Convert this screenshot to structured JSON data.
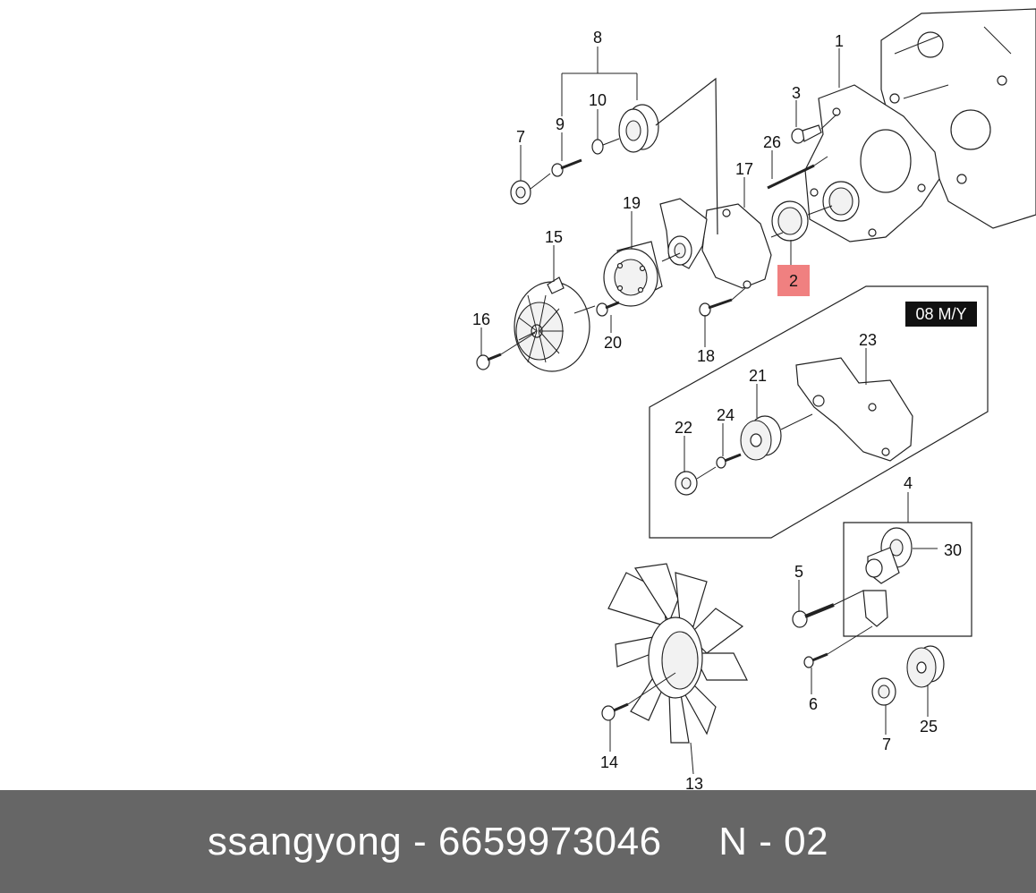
{
  "callouts": {
    "c1": "1",
    "c2": "2",
    "c3": "3",
    "c4": "4",
    "c5": "5",
    "c6": "6",
    "c7a": "7",
    "c7b": "7",
    "c8": "8",
    "c9": "9",
    "c10": "10",
    "c13": "13",
    "c14": "14",
    "c15": "15",
    "c16": "16",
    "c17": "17",
    "c18": "18",
    "c19": "19",
    "c20": "20",
    "c21": "21",
    "c22": "22",
    "c23": "23",
    "c24": "24",
    "c25": "25",
    "c26": "26",
    "c30": "30"
  },
  "inset_badge": "08 M/Y",
  "highlight_color": "#f08080",
  "footer": {
    "brand": "ssangyong",
    "separator": " - ",
    "part_number": "6659973046",
    "gap": "     ",
    "ref_label": "N - 02"
  }
}
